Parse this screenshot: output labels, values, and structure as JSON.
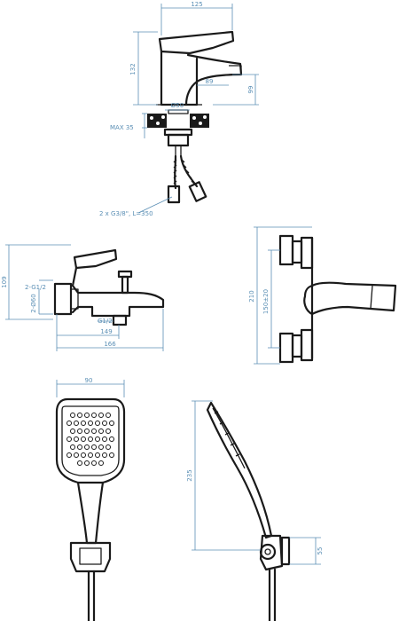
{
  "colors": {
    "line": "#1a1a1a",
    "dimension": "#5b8fb5",
    "background": "#ffffff"
  },
  "basin_mixer": {
    "width": "125",
    "height": "132",
    "spout_reach": "89",
    "spout_height": "99",
    "base_diameter": "Ø50",
    "max_deck": "MAX 35",
    "hoses": "2 x G3/8\", L=350"
  },
  "bath_mixer_front": {
    "height": "109",
    "connection": "2-G1/2",
    "flange": "2-Ø60",
    "outlet": "G1/2",
    "reach": "149",
    "length": "166"
  },
  "bath_mixer_side": {
    "height": "210",
    "centers": "150±20"
  },
  "hand_shower_front": {
    "width": "90"
  },
  "hand_shower_side": {
    "length": "235",
    "holder": "55"
  }
}
